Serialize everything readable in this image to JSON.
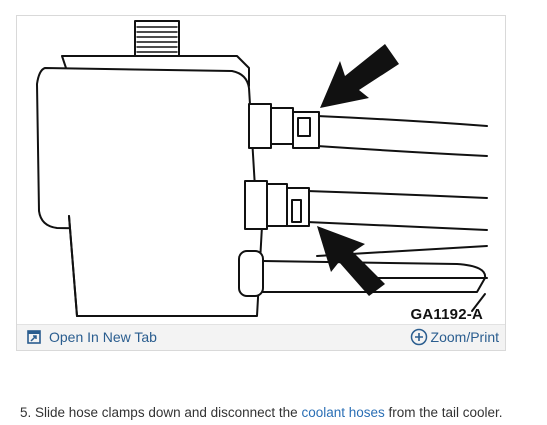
{
  "figure": {
    "diagram_code": "GA1192-A",
    "open_tab_label": "Open In New Tab",
    "zoom_label": "Zoom/Print",
    "icons": {
      "open_tab": "open-in-new-tab-icon",
      "zoom": "plus-circle-icon"
    }
  },
  "step": {
    "prefix": "5. Slide hose clamps down and disconnect the ",
    "link_text": "coolant hoses",
    "suffix": " from the tail cooler."
  },
  "colors": {
    "link": "#2a6fb5",
    "toolbar_text": "#2a5d8f"
  }
}
